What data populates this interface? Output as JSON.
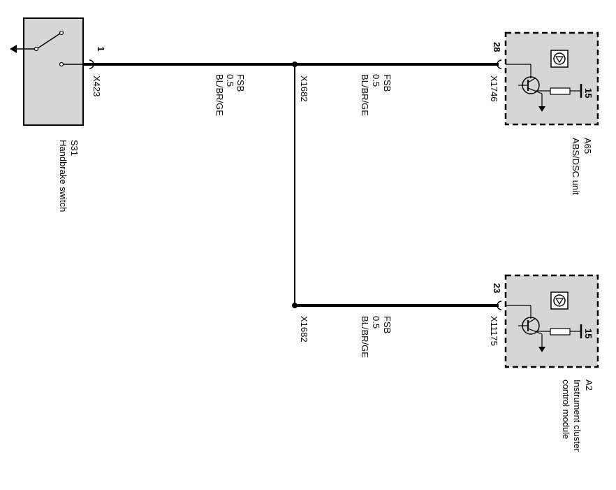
{
  "colors": {
    "component_fill": "#d6d6d6",
    "wire": "#000000",
    "background": "#ffffff"
  },
  "switch": {
    "id": "S31",
    "name": "Handbrake switch",
    "pin": "1",
    "connector": "X423"
  },
  "wire_main": {
    "line1": "FSB",
    "line2": "0.5",
    "line3": "BL/BR/GE"
  },
  "splice_top": {
    "connector": "X1682"
  },
  "wire_abs": {
    "line1": "FSB",
    "line2": "0.5",
    "line3": "BL/BR/GE"
  },
  "abs_unit": {
    "id": "A65",
    "name": "ABS/DSC unit",
    "pin": "28",
    "connector": "X1746",
    "supply": "15"
  },
  "splice_bottom": {
    "connector": "X1682"
  },
  "wire_cluster": {
    "line1": "FSB",
    "line2": "0.5",
    "line3": "BL/BR/GE"
  },
  "cluster_unit": {
    "id": "A2",
    "name_line1": "Instrument cluster",
    "name_line2": "control module",
    "pin": "23",
    "connector": "X11175",
    "supply": "15"
  }
}
